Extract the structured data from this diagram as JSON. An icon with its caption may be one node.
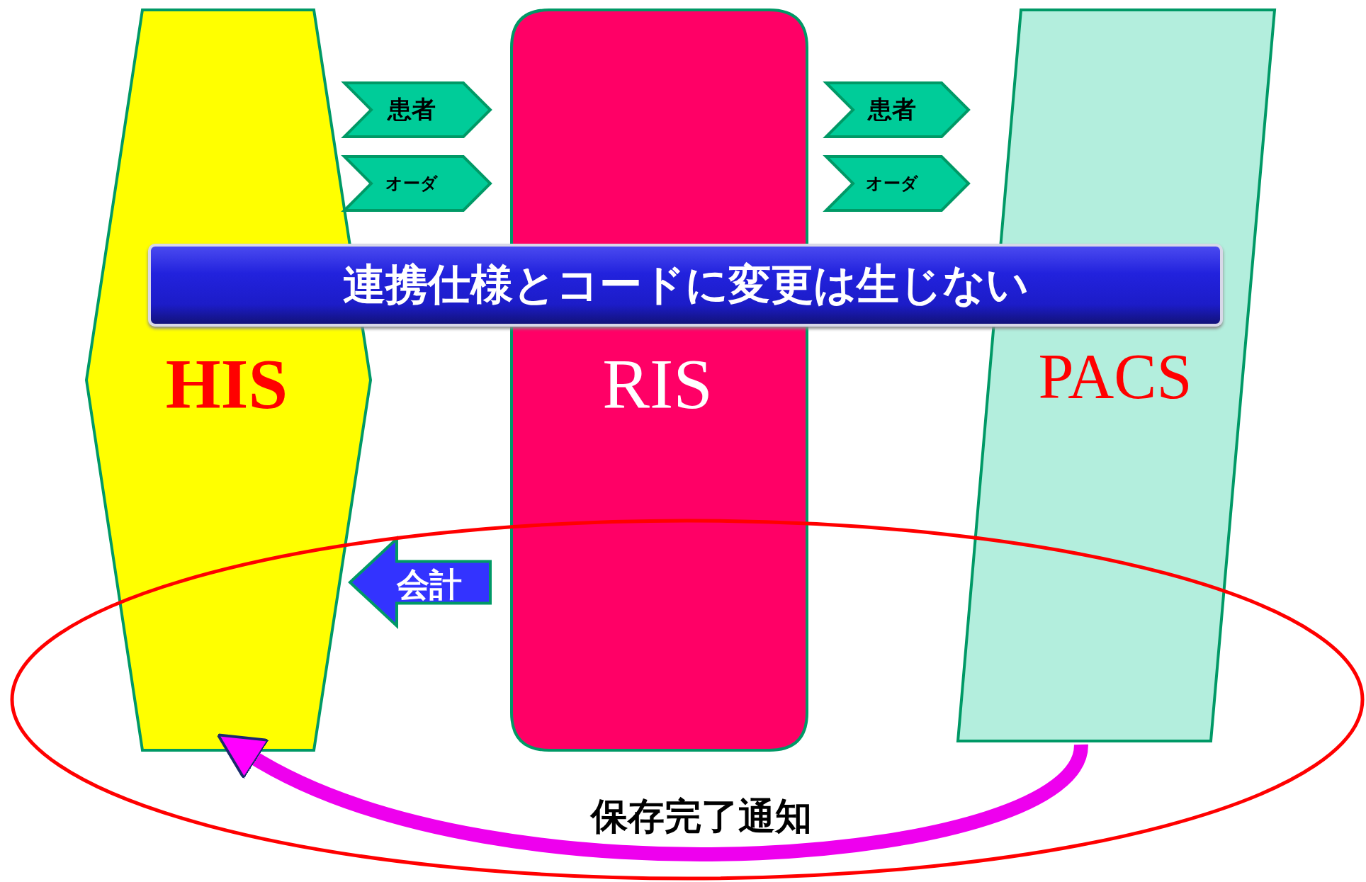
{
  "diagram": {
    "nodes": [
      {
        "text": [
          "HIS"
        ]
      },
      {
        "text": [
          "RIS"
        ]
      },
      {
        "text": [
          "PACS"
        ]
      },
      {
        "text": [
          "連携仕様とコードに変更は生じない"
        ]
      }
    ],
    "edges": [
      {
        "from": 0,
        "to": 1,
        "arrow": "to",
        "label": "患者"
      },
      {
        "from": 0,
        "to": 1,
        "arrow": "to",
        "label": "オーダ"
      },
      {
        "from": 1,
        "to": 2,
        "arrow": "to",
        "label": "患者"
      },
      {
        "from": 1,
        "to": 2,
        "arrow": "to",
        "label": "オーダ"
      },
      {
        "from": 1,
        "to": 0,
        "arrow": "to",
        "label": "会計"
      },
      {
        "from": 2,
        "to": 0,
        "arrow": "to",
        "label": "保存完了通知"
      }
    ]
  }
}
